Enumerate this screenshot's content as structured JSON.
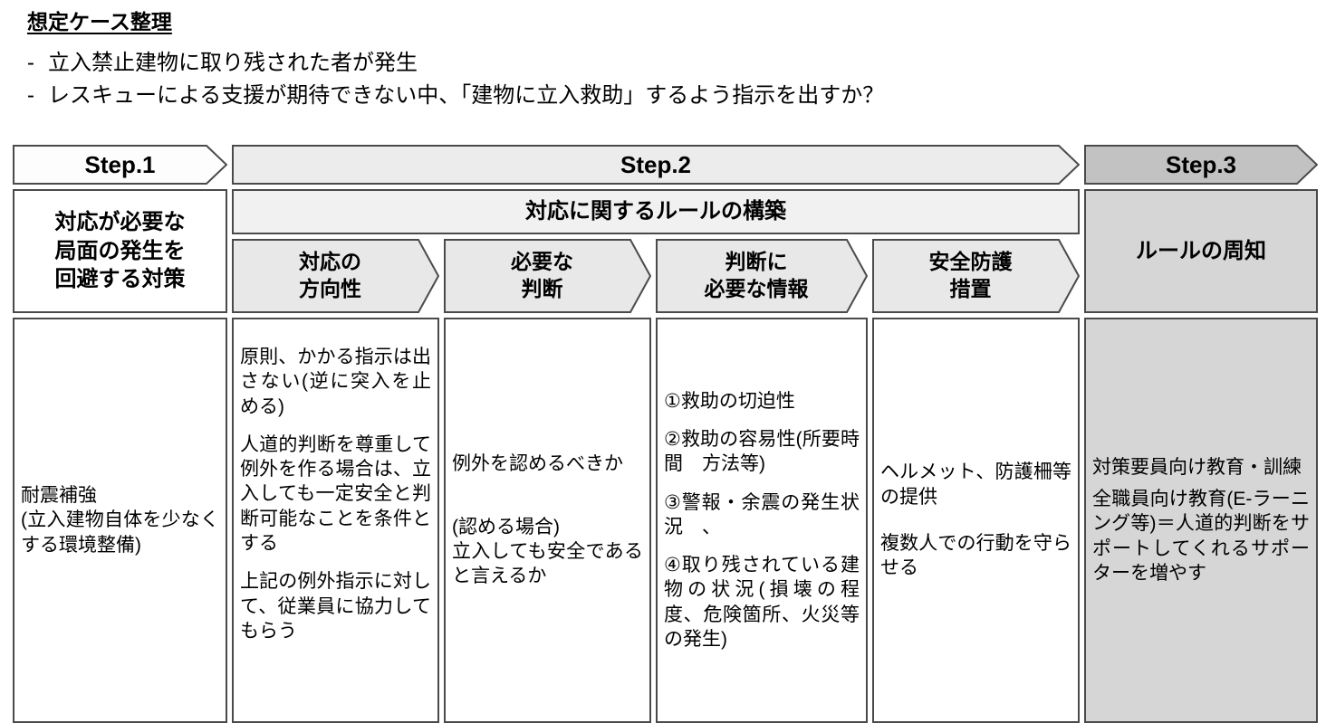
{
  "page": {
    "title": "想定ケース整理",
    "bullet_marker": "-",
    "bullets": [
      "立入禁止建物に取り残された者が発生",
      "レスキューによる支援が期待できない中、「建物に立入救助」するよう指示を出すか？"
    ]
  },
  "diagram": {
    "steps": [
      {
        "label": "Step.1"
      },
      {
        "label": "Step.2"
      },
      {
        "label": "Step.3"
      }
    ],
    "headers": {
      "step1": "対応が必要な\n局面の発生を\n回避する対策",
      "step2_group": "対応に関するルールの構築",
      "step3": "ルールの周知",
      "sub": [
        "対応の\n方向性",
        "必要な\n判断",
        "判断に\n必要な情報",
        "安全防護\n措置"
      ]
    },
    "cells": {
      "step1": "耐震補強\n(立入建物自体を少なくする環境整備)",
      "direction": [
        "原則、かかる指示は出さない(逆に突入を止める)",
        "人道的判断を尊重して例外を作る場合は、立入しても一定安全と判断可能なことを条件とする",
        "上記の例外指示に対して、従業員に協力してもらう"
      ],
      "judgment": [
        "例外を認めるべきか",
        "(認める場合)\n立入しても安全であると言えるか"
      ],
      "information": [
        "①救助の切迫性",
        "②救助の容易性(所要時間　方法等)",
        "③警報・余震の発生状況　、",
        "④取り残されている建物の状況(損壊の程度、危険箇所、火災等の発生)"
      ],
      "protection": [
        "ヘルメット、防護柵等の提供",
        "複数人での行動を守らせる"
      ],
      "step3": [
        "対策要員向け教育・訓練",
        "全職員向け教育(E-ラーニング等)＝人道的判断をサポートしてくれるサポーターを増やす"
      ]
    },
    "colors": {
      "step1_arrow": "#fdfdfd",
      "step2_arrow": "#ececec",
      "step3_arrow": "#c2c2c2",
      "group_bg": "#f1f1f1",
      "chevron_bg": "#e8e8e8",
      "step3_bg": "#d6d6d6"
    }
  }
}
